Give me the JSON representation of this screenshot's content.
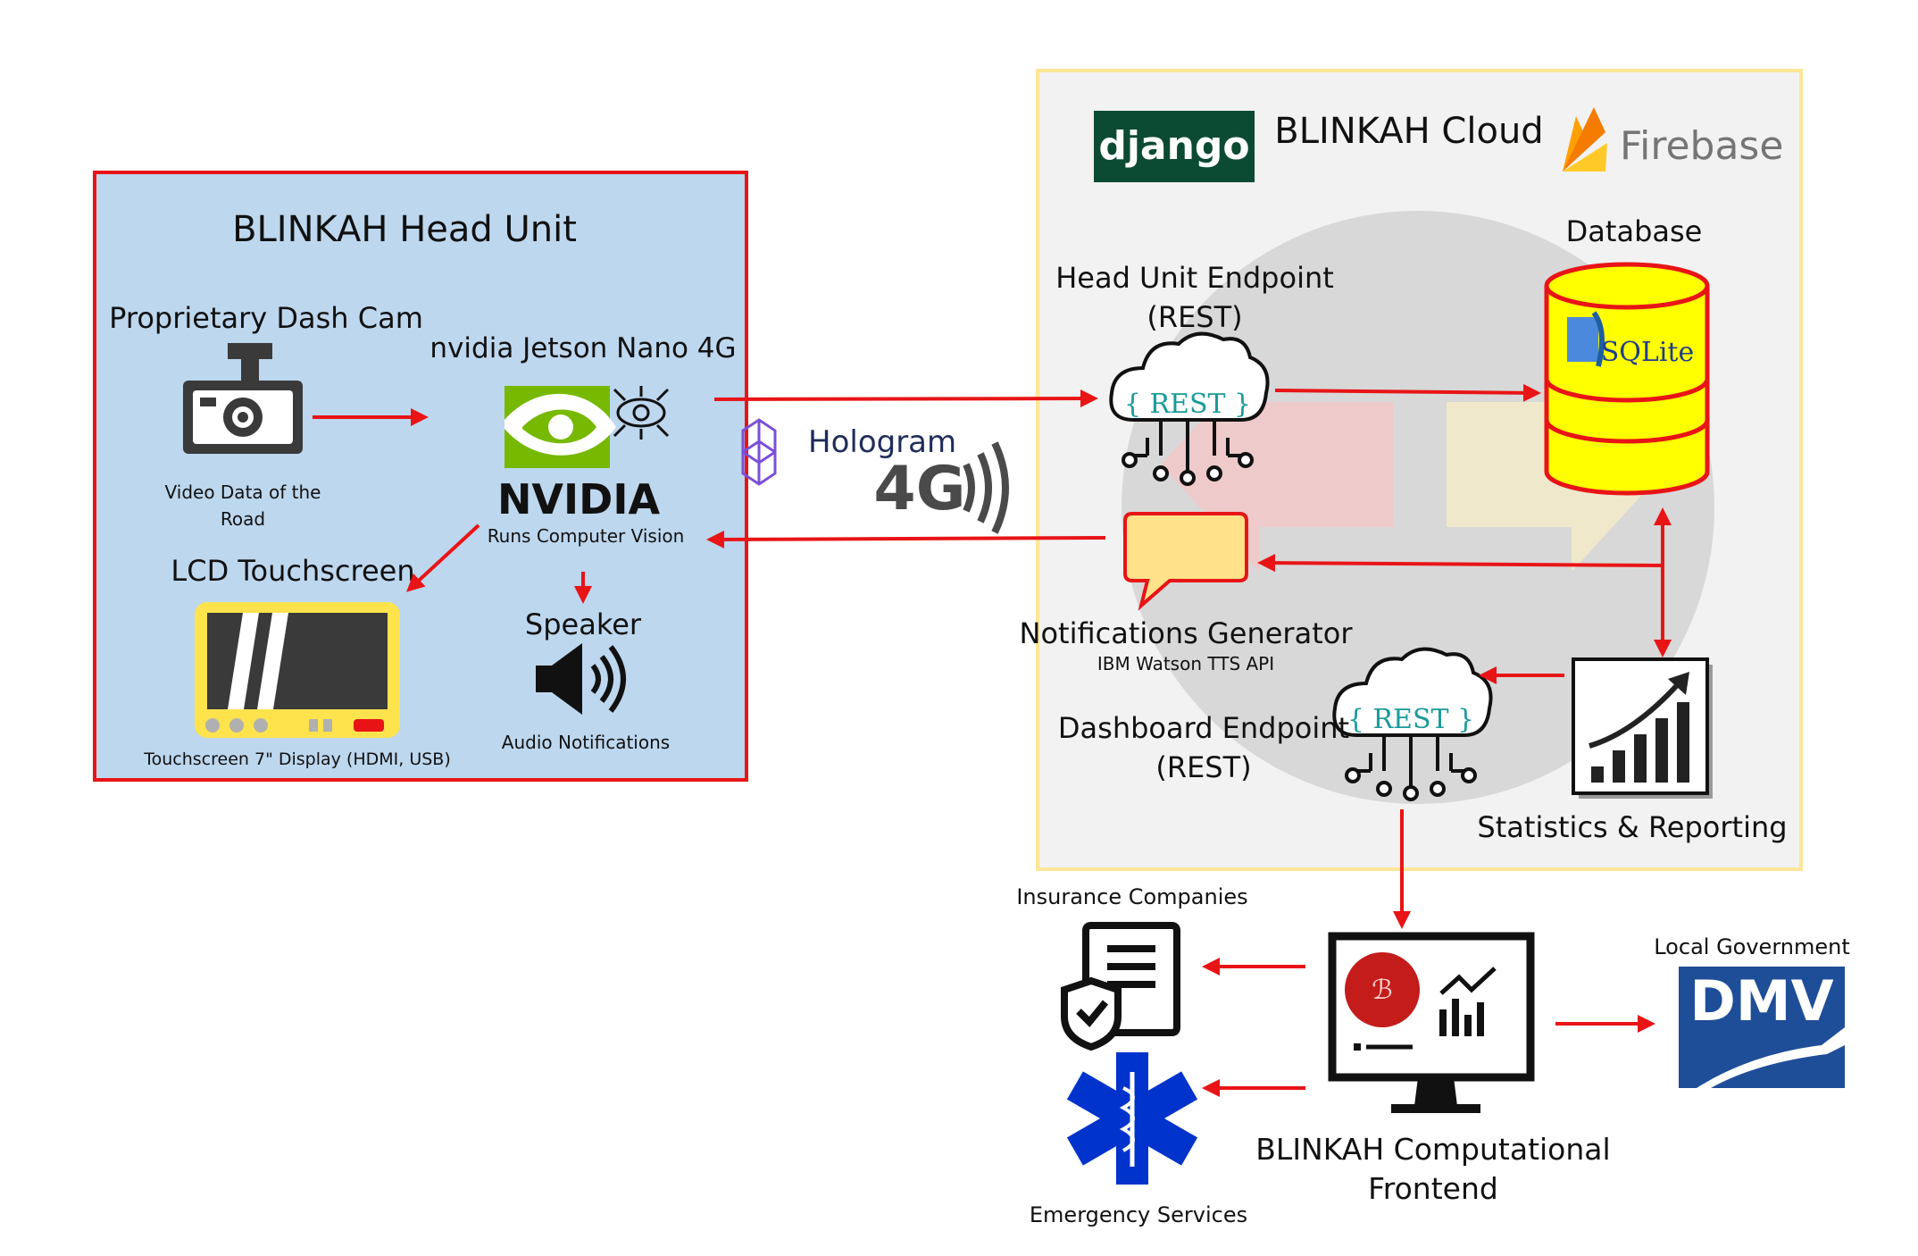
{
  "head_unit": {
    "title": "BLINKAH Head Unit",
    "dash_cam_label": "Proprietary Dash Cam",
    "video_caption_1": "Video Data of the",
    "video_caption_2": "Road",
    "jetson_label": "nvidia Jetson Nano 4G",
    "nvidia_wordmark": "NVIDIA",
    "cv_caption": "Runs Computer Vision",
    "lcd_label": "LCD Touchscreen",
    "lcd_caption": "Touchscreen 7\" Display (HDMI, USB)",
    "speaker_label": "Speaker",
    "speaker_caption": "Audio Notifications"
  },
  "network": {
    "hologram_label": "Hologram",
    "fourg_label": "4G"
  },
  "cloud": {
    "title": "BLINKAH Cloud",
    "django_logo": "django",
    "firebase_logo": "Firebase",
    "database_label": "Database",
    "sqlite_logo": "SQLite",
    "head_unit_endpoint_1": "Head Unit Endpoint",
    "head_unit_endpoint_2": "(REST)",
    "rest_badge": "{ REST }",
    "notifications_label": "Notifications Generator",
    "notifications_caption": "IBM Watson TTS API",
    "dashboard_endpoint_1": "Dashboard Endpoint",
    "dashboard_endpoint_2": "(REST)",
    "stats_label": "Statistics & Reporting"
  },
  "frontend": {
    "label_1": "BLINKAH Computational",
    "label_2": "Frontend",
    "insurance_label": "Insurance Companies",
    "emergency_label": "Emergency Services",
    "gov_label": "Local Government",
    "dmv_logo": "DMV"
  },
  "colors": {
    "arrow": "#e81416",
    "head_unit_bg": "#bdd7ee",
    "head_unit_border": "#e81416",
    "cloud_bg": "#f2f2f2",
    "cloud_border": "#ffe699",
    "nvidia_green": "#76b900",
    "django_green": "#0c4b33",
    "db_yellow": "#ffff00",
    "dmv_blue": "#1f4e99",
    "star_blue": "#0033cc",
    "lcd_yellow": "#ffe34d"
  },
  "icons": [
    "camera-icon",
    "nvidia-eye-icon",
    "lcd-display-icon",
    "speaker-icon",
    "hologram-logo-icon",
    "cloud-rest-icon",
    "database-cylinder-icon",
    "chat-bubble-icon",
    "stats-chart-icon",
    "monitor-dashboard-icon",
    "insurance-shield-icon",
    "star-of-life-icon",
    "dmv-logo-icon",
    "firebase-flame-icon"
  ]
}
